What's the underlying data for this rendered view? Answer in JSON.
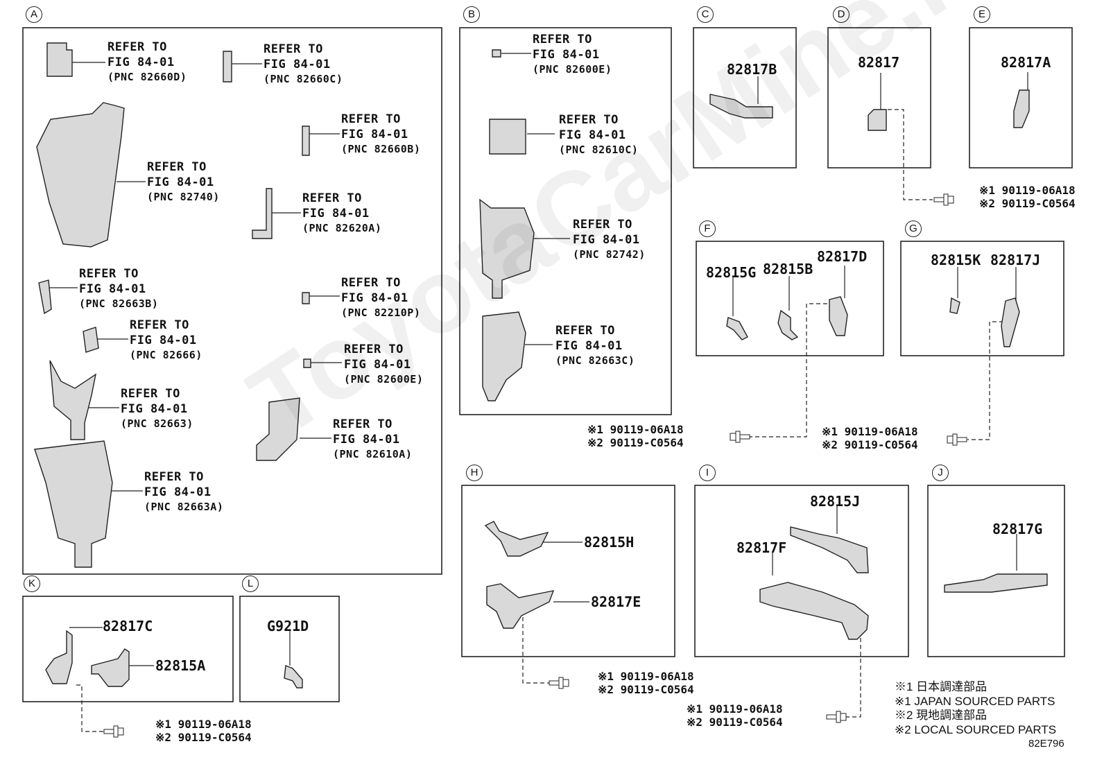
{
  "watermark": "ToyotaCarMine.ru",
  "diagram_code": "82E796",
  "sections": {
    "A": "A",
    "B": "B",
    "C": "C",
    "D": "D",
    "E": "E",
    "F": "F",
    "G": "G",
    "H": "H",
    "I": "I",
    "J": "J",
    "K": "K",
    "L": "L"
  },
  "refer_to": "REFER TO",
  "fig": "FIG 84-01",
  "pnc": {
    "p82660d": "(PNC 82660D)",
    "p82660c": "(PNC 82660C)",
    "p82660b": "(PNC 82660B)",
    "p82740": "(PNC 82740)",
    "p82620a": "(PNC 82620A)",
    "p82663b": "(PNC 82663B)",
    "p82210p": "(PNC 82210P)",
    "p82666": "(PNC 82666)",
    "p82600e_a": "(PNC 82600E)",
    "p82663": "(PNC 82663)",
    "p82610a": "(PNC 82610A)",
    "p82663a": "(PNC 82663A)",
    "p82600e_b": "(PNC 82600E)",
    "p82610c": "(PNC 82610C)",
    "p82742": "(PNC 82742)",
    "p82663c": "(PNC 82663C)"
  },
  "parts": {
    "p82817B": "82817B",
    "p82817": "82817",
    "p82817A": "82817A",
    "p82815G": "82815G",
    "p82815B": "82815B",
    "p82817D": "82817D",
    "p82815K": "82815K",
    "p82817J": "82817J",
    "p82815H": "82815H",
    "p82817E": "82817E",
    "p82815J": "82815J",
    "p82817F": "82817F",
    "p82817G": "82817G",
    "p82817C": "82817C",
    "p82815A": "82815A",
    "pG921D": "G921D"
  },
  "bolt": {
    "line1": "※1 90119-06A18",
    "line2": "※2 90119-C0564"
  },
  "legend": {
    "l1": "※1 日本調達部品",
    "l2": "※1 JAPAN SOURCED PARTS",
    "l3": "※2 現地調達部品",
    "l4": "※2 LOCAL SOURCED PARTS"
  }
}
